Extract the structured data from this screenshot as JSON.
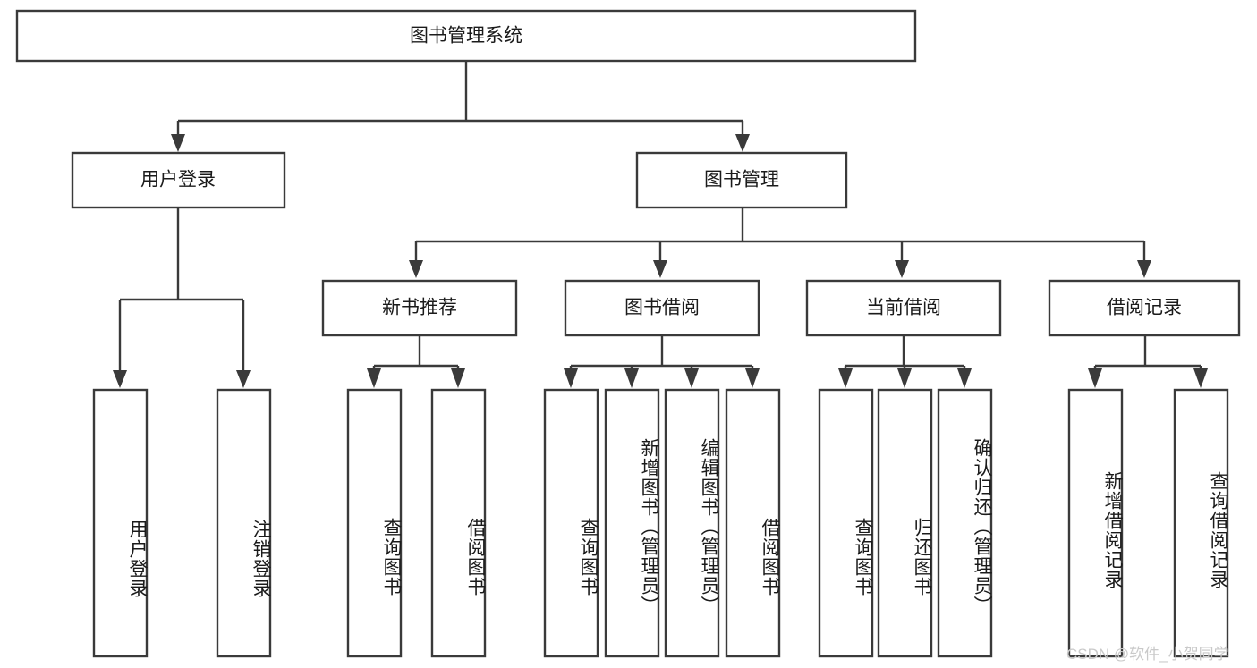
{
  "diagram": {
    "type": "tree-hierarchy",
    "title": "图书管理系统",
    "watermark": "CSDN @软件_小贺同学",
    "colors": {
      "box_stroke": "#3a3a3a",
      "box_fill": "#ffffff",
      "edge": "#3a3a3a",
      "text": "#1b1b1b",
      "watermark": "#c9c9c9",
      "background": "#ffffff"
    },
    "nodes": {
      "root": {
        "label": "图书管理系统",
        "level": 1,
        "orientation": "horizontal"
      },
      "level2": [
        {
          "id": "user-login",
          "label": "用户登录",
          "orientation": "horizontal"
        },
        {
          "id": "book-management",
          "label": "图书管理",
          "orientation": "horizontal"
        }
      ],
      "level3": [
        {
          "id": "new-book-recommend",
          "label": "新书推荐",
          "orientation": "horizontal",
          "parent": "book-management"
        },
        {
          "id": "book-borrow",
          "label": "图书借阅",
          "orientation": "horizontal",
          "parent": "book-management"
        },
        {
          "id": "current-borrow",
          "label": "当前借阅",
          "orientation": "horizontal",
          "parent": "book-management"
        },
        {
          "id": "borrow-record",
          "label": "借阅记录",
          "orientation": "horizontal",
          "parent": "book-management"
        }
      ],
      "leaves": [
        {
          "id": "leaf-user-login",
          "label": "用户登录",
          "parent": "user-login",
          "orientation": "vertical"
        },
        {
          "id": "leaf-logout-login",
          "label": "注销登录",
          "parent": "user-login",
          "orientation": "vertical"
        },
        {
          "id": "leaf-query-book-1",
          "label": "查询图书",
          "parent": "new-book-recommend",
          "orientation": "vertical"
        },
        {
          "id": "leaf-borrow-book-1",
          "label": "借阅图书",
          "parent": "new-book-recommend",
          "orientation": "vertical"
        },
        {
          "id": "leaf-query-book-2",
          "label": "查询图书",
          "parent": "book-borrow",
          "orientation": "vertical"
        },
        {
          "id": "leaf-add-book",
          "label": "新增图书（管理员）",
          "parent": "book-borrow",
          "orientation": "vertical"
        },
        {
          "id": "leaf-edit-book",
          "label": "编辑图书（管理员）",
          "parent": "book-borrow",
          "orientation": "vertical"
        },
        {
          "id": "leaf-borrow-book-2",
          "label": "借阅图书",
          "parent": "book-borrow",
          "orientation": "vertical"
        },
        {
          "id": "leaf-query-book-3",
          "label": "查询图书",
          "parent": "current-borrow",
          "orientation": "vertical"
        },
        {
          "id": "leaf-return-book",
          "label": "归还图书",
          "parent": "current-borrow",
          "orientation": "vertical"
        },
        {
          "id": "leaf-confirm-return",
          "label": "确认归还（管理员）",
          "parent": "current-borrow",
          "orientation": "vertical"
        },
        {
          "id": "leaf-add-record",
          "label": "新增借阅记录",
          "parent": "borrow-record",
          "orientation": "vertical"
        },
        {
          "id": "leaf-query-record",
          "label": "查询借阅记录",
          "parent": "borrow-record",
          "orientation": "vertical"
        }
      ]
    }
  }
}
